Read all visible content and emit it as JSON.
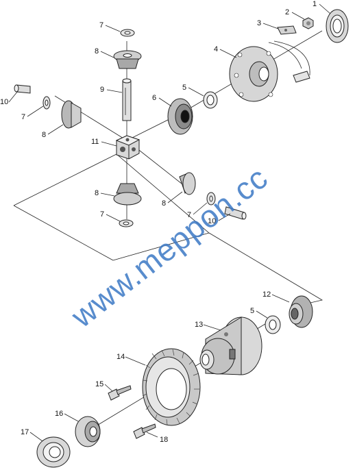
{
  "watermark": "www.meppon.cc",
  "callouts": [
    "1",
    "2",
    "3",
    "4",
    "5",
    "6",
    "7",
    "8",
    "9",
    "10",
    "11",
    "12",
    "13",
    "14",
    "15",
    "16",
    "17",
    "18"
  ],
  "colors": {
    "line": "#222222",
    "part_fill": "#dcdcdc",
    "part_dark": "#6e6e6e",
    "watermark": "#3b78c4"
  }
}
